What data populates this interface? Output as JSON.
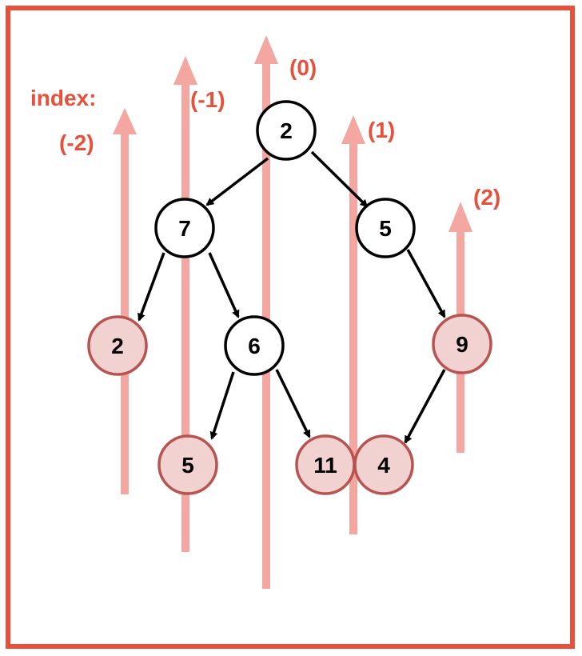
{
  "diagram": {
    "index_label": "index:",
    "column_labels": [
      {
        "id": "col-m2",
        "text": "(-2)"
      },
      {
        "id": "col-m1",
        "text": "(-1)"
      },
      {
        "id": "col-0",
        "text": "(0)"
      },
      {
        "id": "col-1",
        "text": "(1)"
      },
      {
        "id": "col-2",
        "text": "(2)"
      }
    ],
    "nodes": [
      {
        "id": "root",
        "value": "2",
        "leaf": false
      },
      {
        "id": "n7",
        "value": "7",
        "leaf": false
      },
      {
        "id": "n5",
        "value": "5",
        "leaf": false
      },
      {
        "id": "leaf2",
        "value": "2",
        "leaf": true
      },
      {
        "id": "n6",
        "value": "6",
        "leaf": false
      },
      {
        "id": "leaf9",
        "value": "9",
        "leaf": true
      },
      {
        "id": "leaf5",
        "value": "5",
        "leaf": true
      },
      {
        "id": "leaf11",
        "value": "11",
        "leaf": true
      },
      {
        "id": "leaf4",
        "value": "4",
        "leaf": true
      }
    ],
    "edges": [
      [
        "root",
        "n7"
      ],
      [
        "root",
        "n5"
      ],
      [
        "n7",
        "leaf2"
      ],
      [
        "n7",
        "n6"
      ],
      [
        "n5",
        "leaf9"
      ],
      [
        "n6",
        "leaf5"
      ],
      [
        "n6",
        "leaf11"
      ],
      [
        "leaf9",
        "leaf4"
      ]
    ],
    "colors": {
      "frame": "#e8503a",
      "label": "#e8503a",
      "column_line": "#f4a6a0",
      "leaf_fill": "#f2d2d0",
      "leaf_stroke": "#b85450",
      "node_fill": "#ffffff",
      "node_stroke": "#000000",
      "edge": "#000000"
    }
  }
}
